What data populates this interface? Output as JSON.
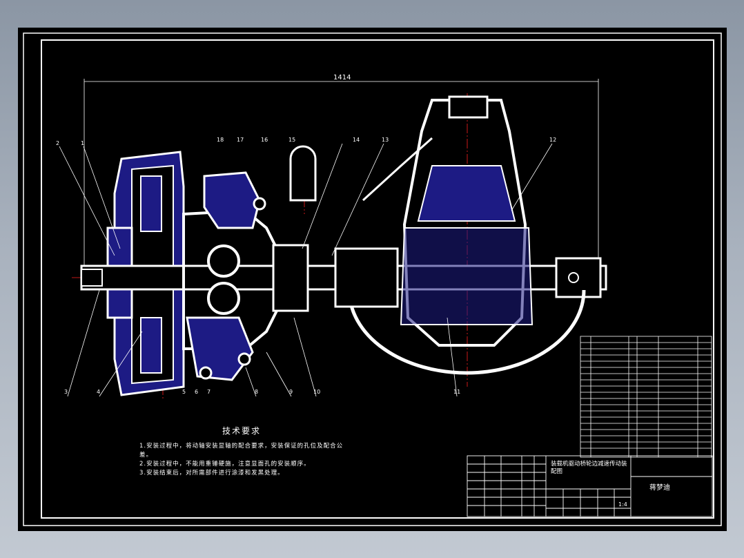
{
  "drawing": {
    "dimension": "1414",
    "callouts": [
      "1",
      "2",
      "3",
      "4",
      "5",
      "6",
      "7",
      "8",
      "9",
      "10",
      "11",
      "12",
      "13",
      "14",
      "15",
      "16",
      "17",
      "18"
    ],
    "tech_title": "技术要求",
    "tech_notes": [
      "1.安装过程中，将动轴安装显轴的配合要求，安装保证的孔位及配合公",
      "差。",
      "2.安装过程中，不能用重锤硬施，注意显面孔的安装顺序。",
      "3.安装结束后，对所需部件进行涂漆和发黑处理。"
    ]
  },
  "title_block": {
    "title": "装载机驱动桥轮边减速传动装配图",
    "designer": "蒋梦迪",
    "scale": "1:4"
  },
  "colors": {
    "line": "#ffffff",
    "hatch": "#1d1b84",
    "center": "#ff2020",
    "background": "#000000"
  }
}
